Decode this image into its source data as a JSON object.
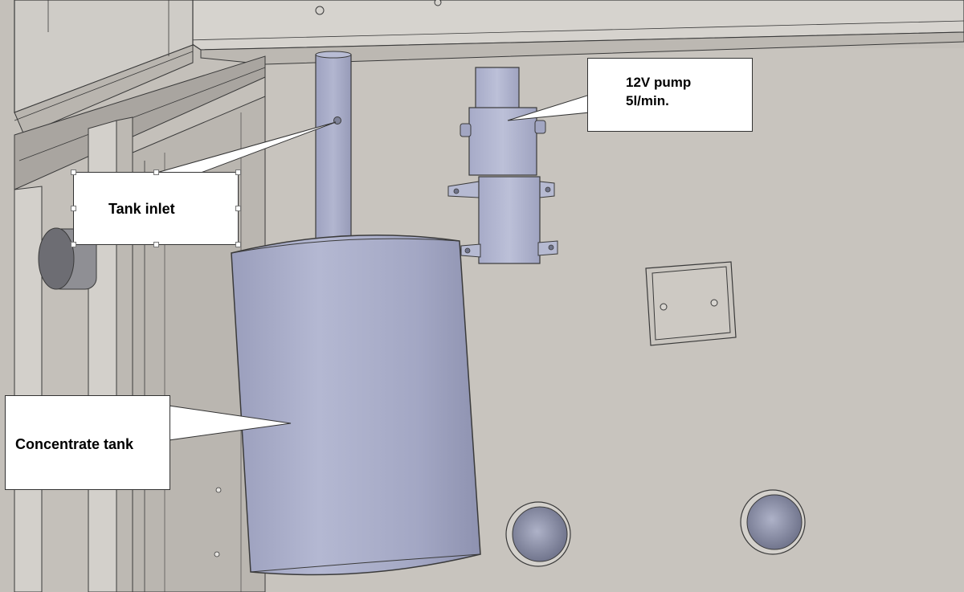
{
  "labels": {
    "pump_line1": "12V pump",
    "pump_line2": "5l/min.",
    "tank_inlet": "Tank inlet",
    "concentrate_tank": "Concentrate tank"
  },
  "colors": {
    "panel": "#c2beb8",
    "frame": "#d4d1cc",
    "metal_blue": "#a9adc8",
    "metal_blue_dark": "#8d92b0",
    "edge": "#3a3a3a"
  }
}
